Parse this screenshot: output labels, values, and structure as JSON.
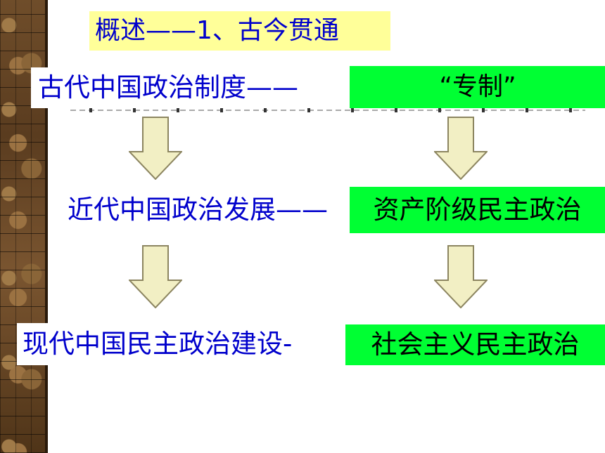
{
  "title": "概述——1、古今贯通",
  "rows": [
    {
      "label": "古代中国政治制度——",
      "value": "“专制”"
    },
    {
      "label": "近代中国政治发展——",
      "value": "资产阶级民主政治"
    },
    {
      "label": "现代中国民主政治建设-",
      "value": "社会主义民主政治"
    }
  ],
  "colors": {
    "title_text": "#0000cc",
    "title_bg": "#ffff99",
    "label_text": "#0000cc",
    "value_bg": "#00ff33",
    "arrow_fill": "#f2efc4",
    "arrow_stroke": "#8c8560"
  }
}
